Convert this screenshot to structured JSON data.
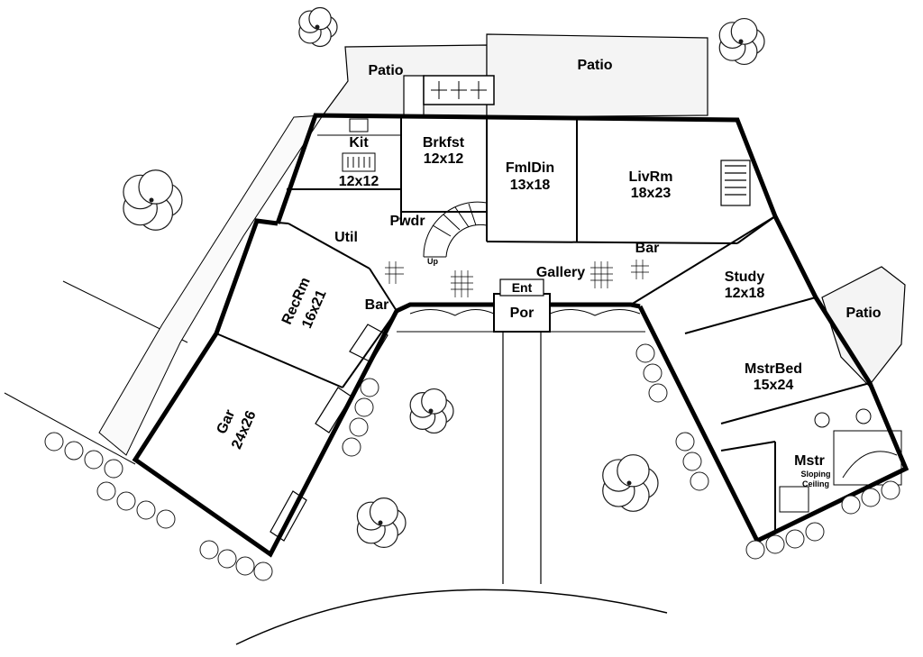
{
  "rooms": {
    "patio_left": {
      "name": "Patio"
    },
    "patio_top": {
      "name": "Patio"
    },
    "patio_right": {
      "name": "Patio"
    },
    "kit": {
      "name": "Kit",
      "size": "12x12"
    },
    "brkfst": {
      "name": "Brkfst",
      "size": "12x12"
    },
    "fmldin": {
      "name": "FmlDin",
      "size": "13x18"
    },
    "livrm": {
      "name": "LivRm",
      "size": "18x23"
    },
    "pwdr": {
      "name": "Pwdr"
    },
    "util": {
      "name": "Util"
    },
    "up": {
      "name": "Up"
    },
    "bar_right": {
      "name": "Bar"
    },
    "bar_left": {
      "name": "Bar"
    },
    "gallery": {
      "name": "Gallery"
    },
    "ent": {
      "name": "Ent"
    },
    "por": {
      "name": "Por"
    },
    "study": {
      "name": "Study",
      "size": "12x18"
    },
    "recrm": {
      "name": "RecRm",
      "size": "16x21"
    },
    "gar": {
      "name": "Gar",
      "size": "24x26"
    },
    "mstrbed": {
      "name": "MstrBed",
      "size": "15x24"
    },
    "mstr": {
      "name": "Mstr",
      "note1": "Sloping",
      "note2": "Ceiling"
    }
  },
  "colors": {
    "ink": "#000000",
    "paper": "#ffffff",
    "patio_fill": "#f1f1f1",
    "shrub_ink": "#1a1a1a"
  }
}
